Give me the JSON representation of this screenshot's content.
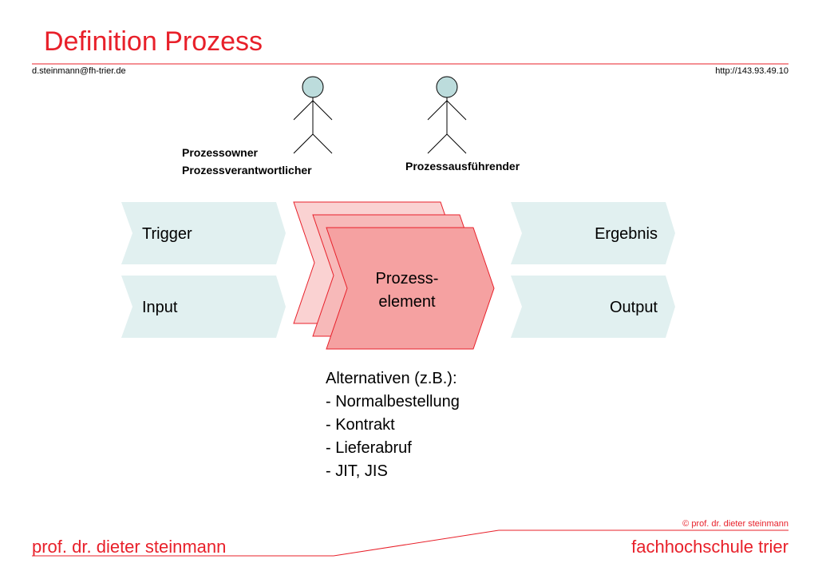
{
  "header": {
    "title": "Definition Prozess",
    "email": "d.steinmann@fh-trier.de",
    "url": "http://143.93.49.10"
  },
  "diagram": {
    "actors": [
      {
        "label_lines": [
          "Prozessowner",
          "Prozessverantwortlicher"
        ]
      },
      {
        "label_lines": [
          "Prozessausführender"
        ]
      }
    ],
    "inputs": [
      "Trigger",
      "Input"
    ],
    "process_lines": [
      "Prozess-",
      "element"
    ],
    "outputs": [
      "Ergebnis",
      "Output"
    ],
    "alternatives": {
      "heading": "Alternativen (z.B.):",
      "items": [
        "- Normalbestellung",
        "- Kontrakt",
        "- Lieferabruf",
        "- JIT, JIS"
      ]
    }
  },
  "footer": {
    "author": "prof. dr. dieter steinmann",
    "school": "fachhochschule trier",
    "copyright": "© prof. dr. dieter steinmann"
  },
  "colors": {
    "accent": "#e8202a",
    "io_fill": "#e1f0f0",
    "process_fill_light": "#fad2d2",
    "process_fill_mid": "#f7b9b9",
    "process_fill_dark": "#f5a1a1",
    "actor_head": "#bcdcdc"
  }
}
